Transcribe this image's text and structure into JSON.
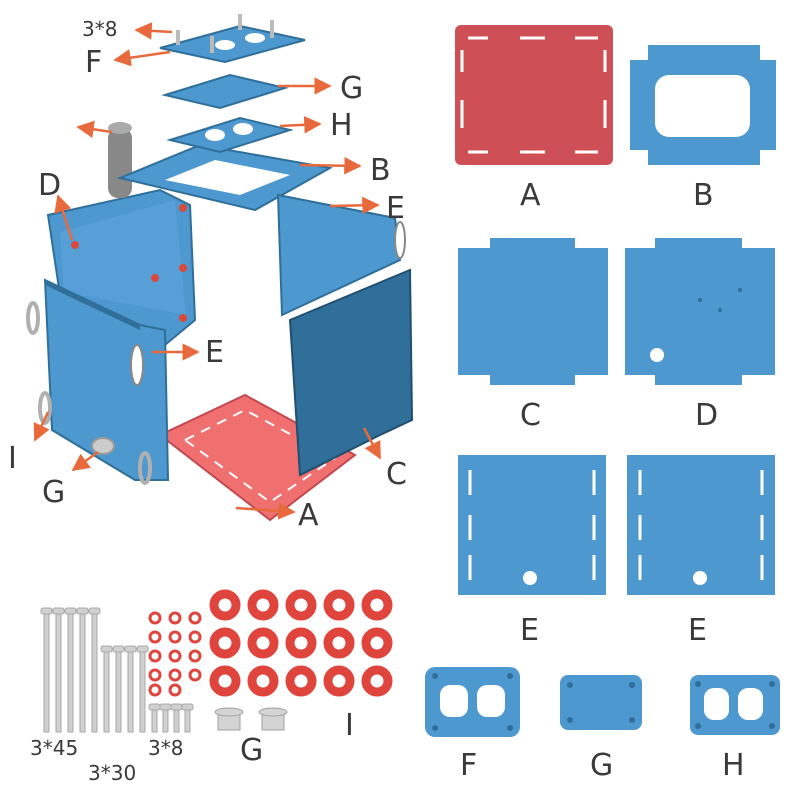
{
  "colors": {
    "panel_blue": "#4d98cf",
    "panel_blue_dark": "#2f6f99",
    "panel_red": "#cf4f57",
    "panel_red_light": "#f06a6a",
    "arrow_orange": "#e86a3c",
    "ring_red": "#e0453d",
    "screw_grey": "#c9c9c9",
    "label_grey": "#3a3a3a"
  },
  "assembly": {
    "labels": {
      "screw_3x8": "3*8",
      "f": "F",
      "g_top": "G",
      "h": "H",
      "b": "B",
      "d": "D",
      "e_right": "E",
      "e_mid": "E",
      "i": "I",
      "g_side": "G",
      "c": "C",
      "a": "A"
    }
  },
  "parts": {
    "a": "A",
    "b": "B",
    "c": "C",
    "d": "D",
    "e1": "E",
    "e2": "E",
    "f": "F",
    "g": "G",
    "h": "H"
  },
  "hardware": {
    "screw_45": "3*45",
    "screw_30": "3*30",
    "screw_8": "3*8",
    "bushing": "G",
    "rings": "I"
  }
}
